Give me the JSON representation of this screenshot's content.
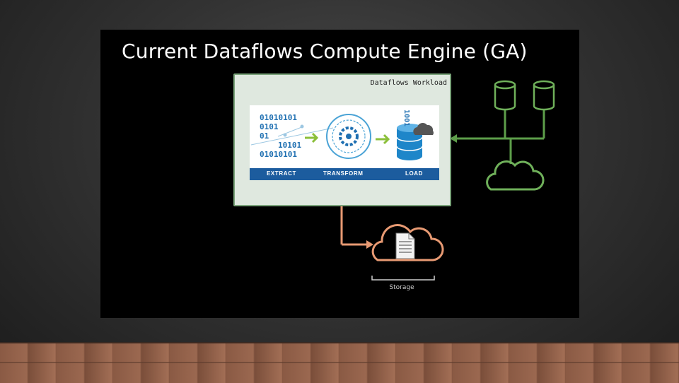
{
  "slide": {
    "title": "Current Dataflows Compute Engine (GA)"
  },
  "workload": {
    "label": "Dataflows Workload"
  },
  "etl": {
    "extract_label": "EXTRACT",
    "transform_label": "TRANSFORM",
    "load_label": "LOAD",
    "binary_lines": [
      "01010101",
      "0101",
      "01",
      "10101",
      "01010101"
    ],
    "right_binary": "1001"
  },
  "storage": {
    "label": "Storage"
  },
  "colors": {
    "workload_border": "#7aa47a",
    "etl_bar": "#1c5c9e",
    "green_connector": "#5d9e4a",
    "orange_connector": "#e89a73",
    "accent_arrow": "#8bbf3a"
  }
}
